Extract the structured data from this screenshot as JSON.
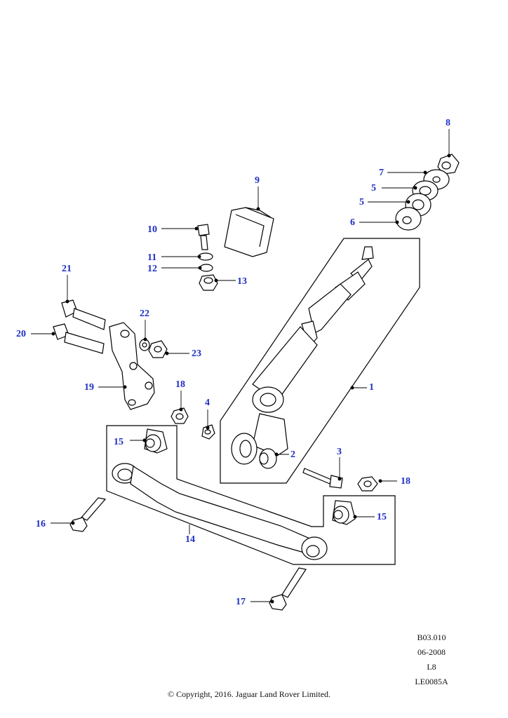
{
  "callouts": {
    "c1": "1",
    "c2": "2",
    "c3": "3",
    "c4": "4",
    "c5a": "5",
    "c5b": "5",
    "c6": "6",
    "c7": "7",
    "c8": "8",
    "c9": "9",
    "c10": "10",
    "c11": "11",
    "c12": "12",
    "c13": "13",
    "c14": "14",
    "c15a": "15",
    "c15b": "15",
    "c16": "16",
    "c17": "17",
    "c18a": "18",
    "c18b": "18",
    "c19": "19",
    "c20": "20",
    "c21": "21",
    "c22": "22",
    "c23": "23"
  },
  "meta": {
    "ref": "B03.010",
    "date": "06-2008",
    "code": "L8",
    "drawing": "LE0085A",
    "copyright": "© Copyright, 2016. Jaguar Land Rover Limited."
  },
  "colors": {
    "callout": "#1f2fc4",
    "line": "#000000"
  }
}
